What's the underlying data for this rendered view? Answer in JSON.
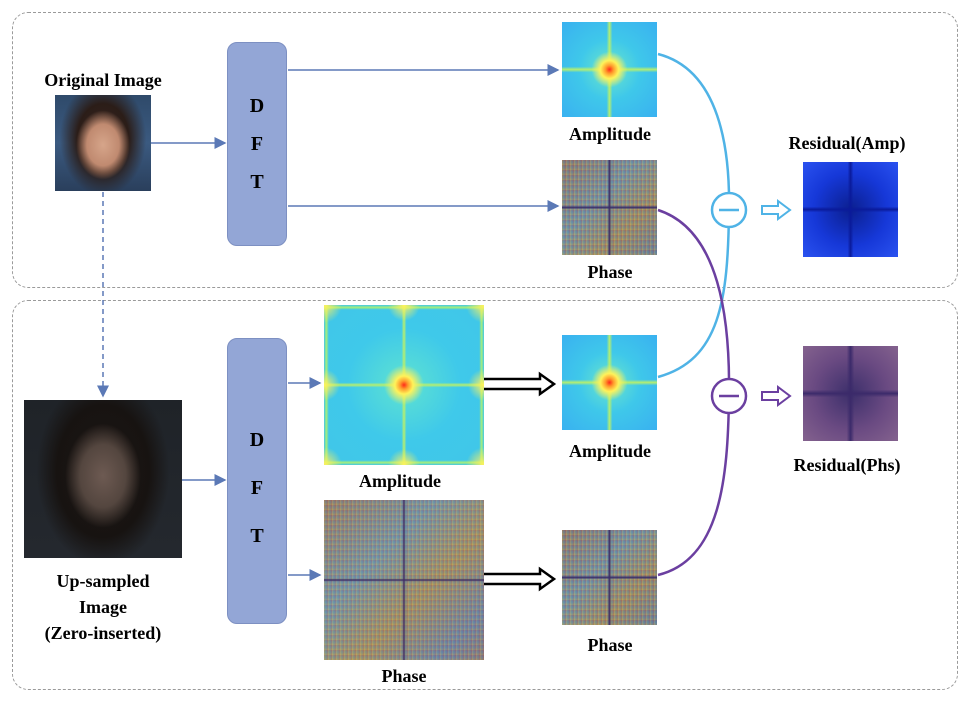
{
  "labels": {
    "original_image": "Original Image",
    "upsampled_line1": "Up-sampled",
    "upsampled_line2": "Image",
    "upsampled_line3": "(Zero-inserted)",
    "amp_top": "Amplitude",
    "phase_top": "Phase",
    "amp_big": "Amplitude",
    "phase_big": "Phase",
    "amp_crop": "Amplitude",
    "phase_crop": "Phase",
    "residual_amp": "Residual(Amp)",
    "residual_phs": "Residual(Phs)"
  },
  "dft_top": {
    "l1": "D",
    "l2": "F",
    "l3": "T"
  },
  "dft_bottom": {
    "l1": "D",
    "l2": "F",
    "l3": "T"
  },
  "operators": {
    "minus": "−"
  },
  "colors": {
    "arrow_blue": "#5b79b6",
    "amp_curve": "#4fb3e6",
    "phase_curve": "#6b3fa0",
    "panel_border": "#9a9a9a",
    "dft_fill": "#93a6d6"
  }
}
